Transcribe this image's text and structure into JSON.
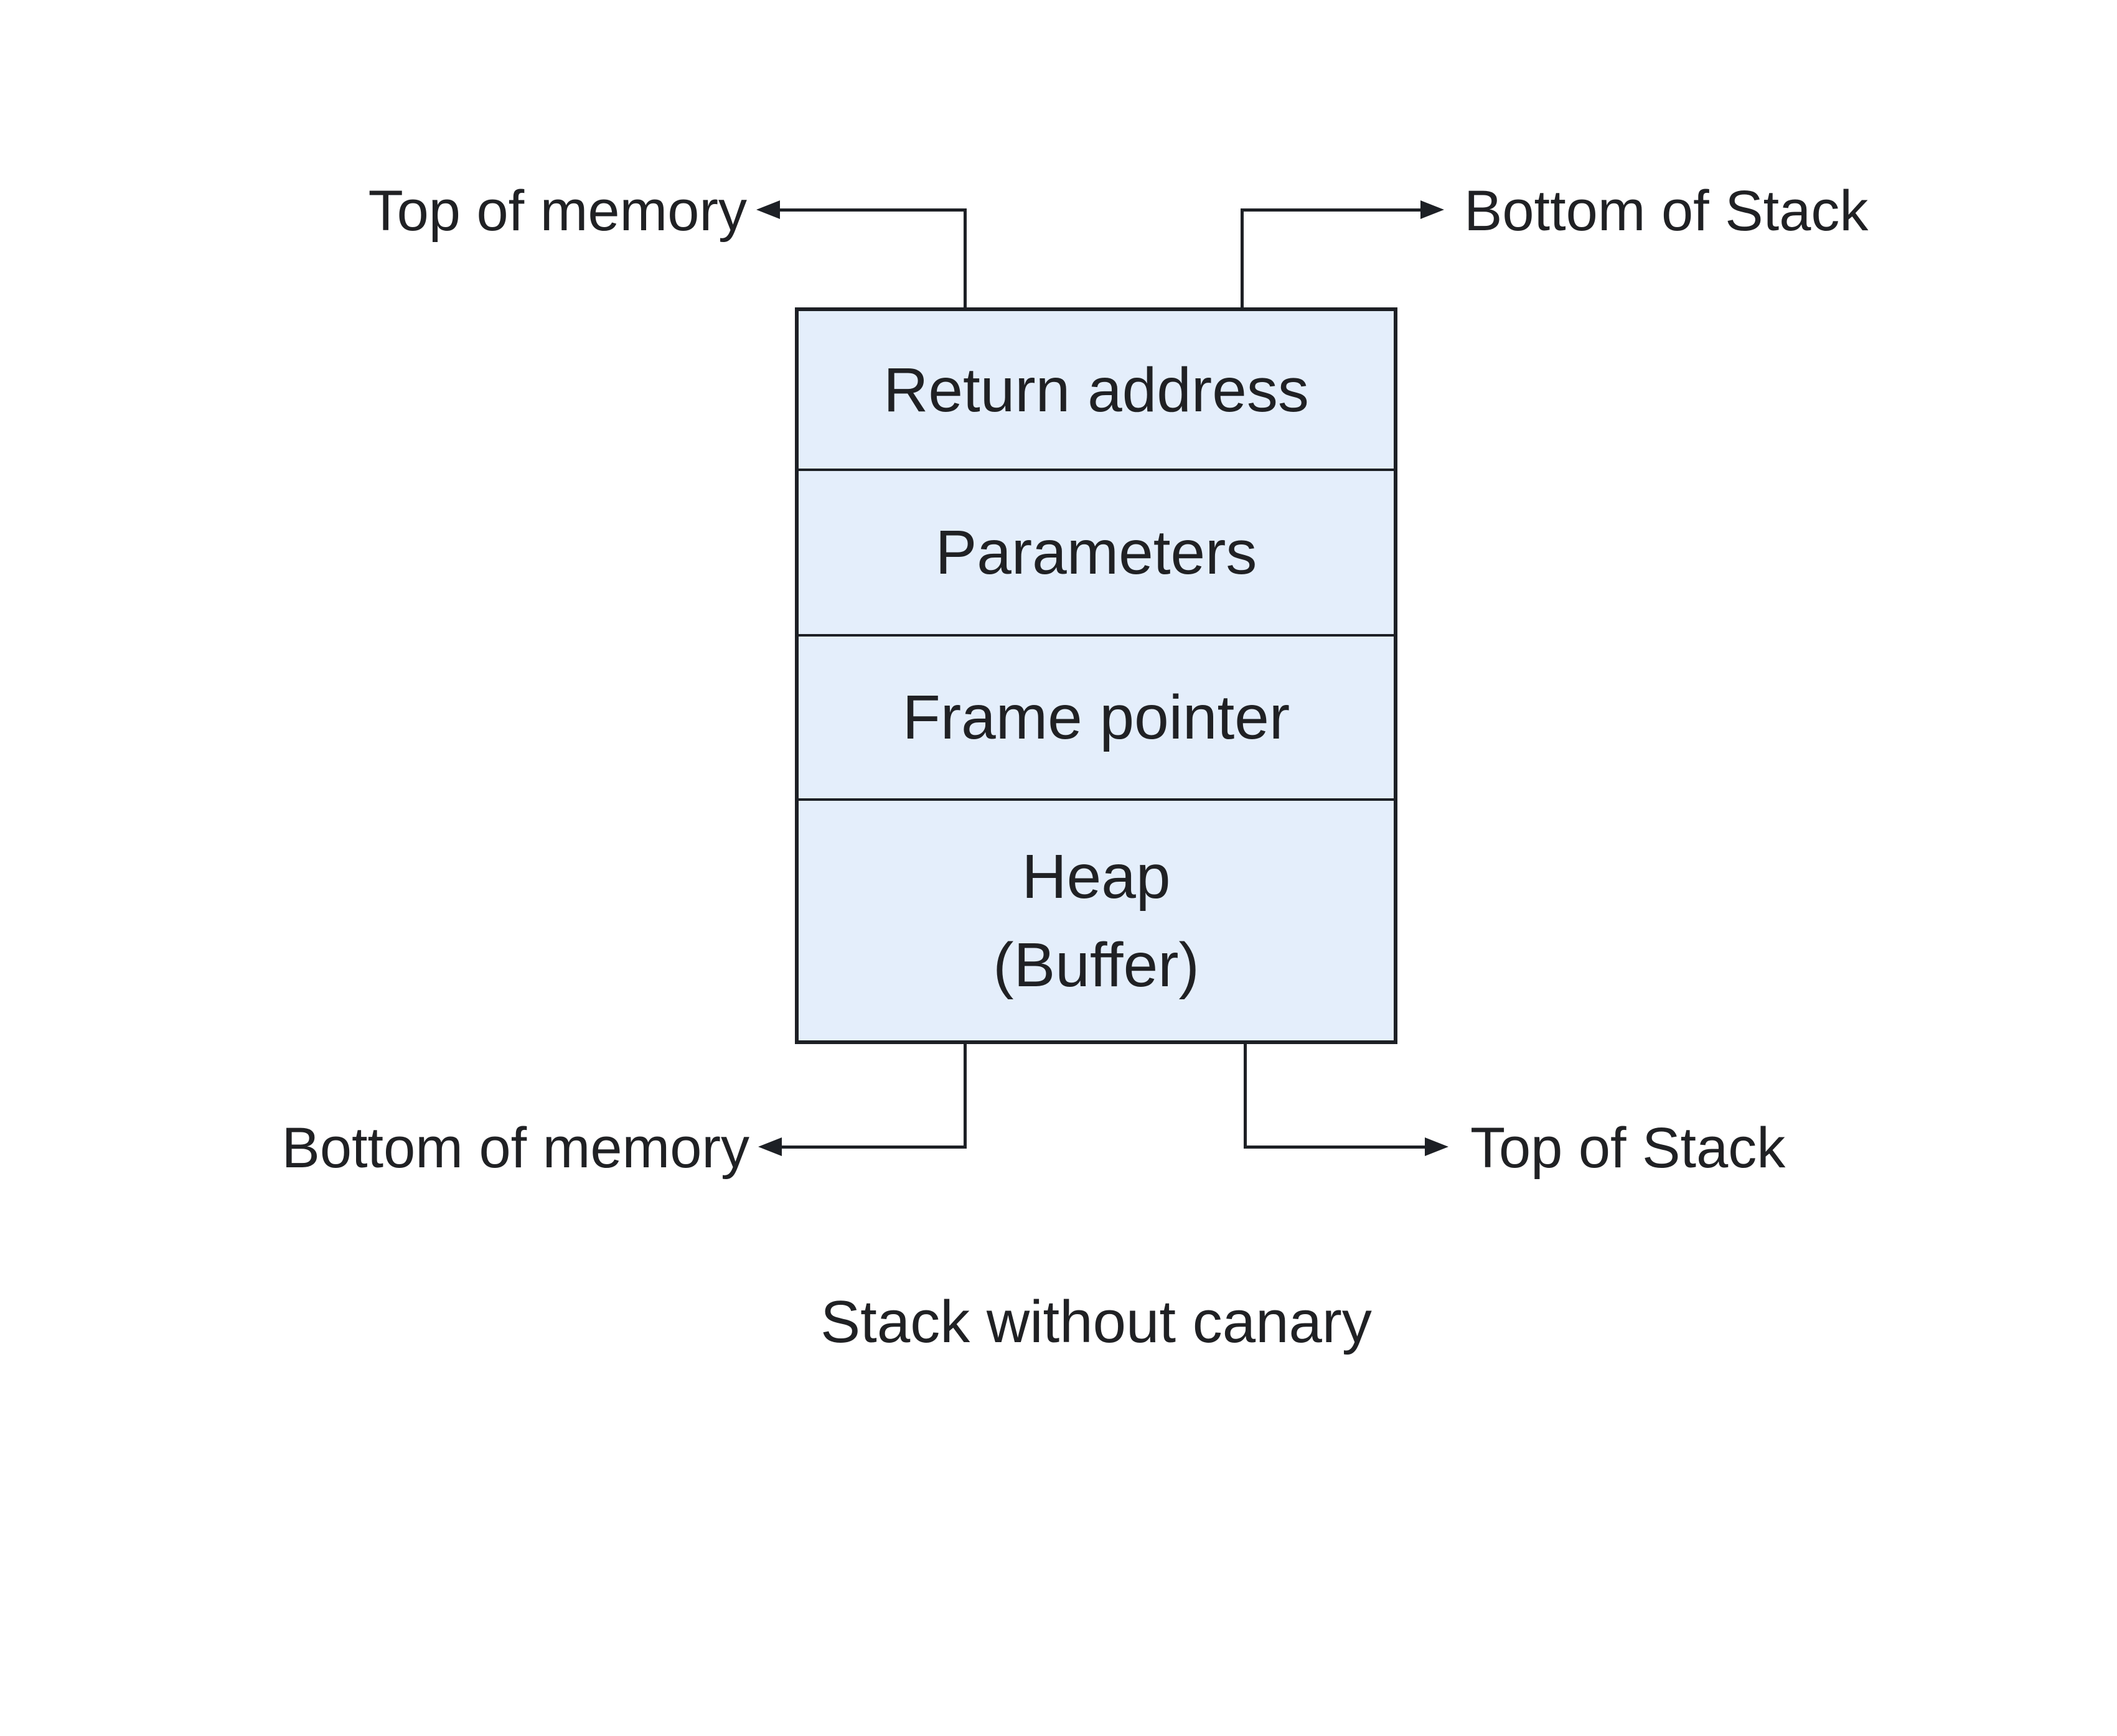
{
  "diagram": {
    "box": {
      "cells": [
        {
          "lines": [
            "Return address"
          ]
        },
        {
          "lines": [
            "Parameters"
          ]
        },
        {
          "lines": [
            "Frame pointer"
          ]
        },
        {
          "lines": [
            "Heap",
            "(Buffer)"
          ]
        }
      ]
    },
    "labels": {
      "top_left": "Top of memory",
      "top_right": "Bottom of Stack",
      "bottom_left": "Bottom of memory",
      "bottom_right": "Top of Stack"
    },
    "caption": "Stack without canary",
    "colors": {
      "cell_fill": "#e4eefb",
      "line": "#1d2025",
      "text": "#202124",
      "background": "#ffffff"
    }
  }
}
